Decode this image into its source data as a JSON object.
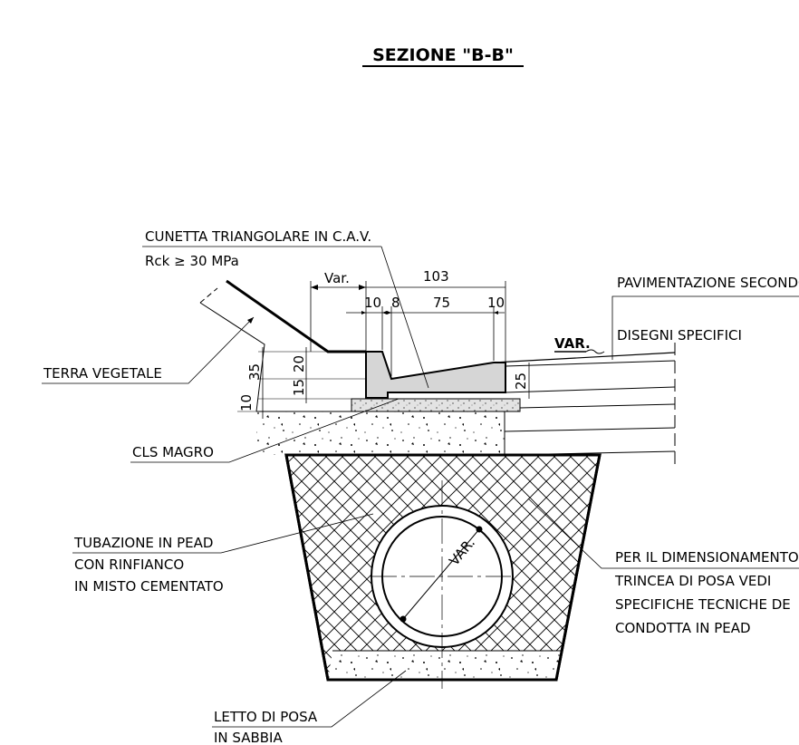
{
  "title": "SEZIONE \"B-B\"",
  "labels": {
    "cunetta_l1": "CUNETTA TRIANGOLARE IN C.A.V.",
    "cunetta_l2": "Rck ≥ 30 MPa",
    "terra": "TERRA VEGETALE",
    "cls": "CLS MAGRO",
    "tub_l1": "TUBAZIONE IN PEAD",
    "tub_l2": "CON RINFIANCO",
    "tub_l3": "IN MISTO CEMENTATO",
    "letto_l1": "LETTO DI POSA",
    "letto_l2": "IN SABBIA",
    "pav_l1": "PAVIMENTAZIONE SECONDO",
    "pav_l2": "DISEGNI SPECIFICI",
    "dim_l1": "PER IL DIMENSIONAMENTO",
    "dim_l2": "TRINCEA DI POSA VEDI",
    "dim_l3": "SPECIFICHE TECNICHE DE",
    "dim_l4": "CONDOTTA IN PEAD"
  },
  "dims": {
    "var_top": "Var.",
    "d103": "103",
    "d10a": "10",
    "d8": "8",
    "d75": "75",
    "d10b": "10",
    "var_pav": "VAR.",
    "d35": "35",
    "d20": "20",
    "d15": "15",
    "d10c": "10",
    "d25": "25",
    "var_pipe": "VAR."
  }
}
